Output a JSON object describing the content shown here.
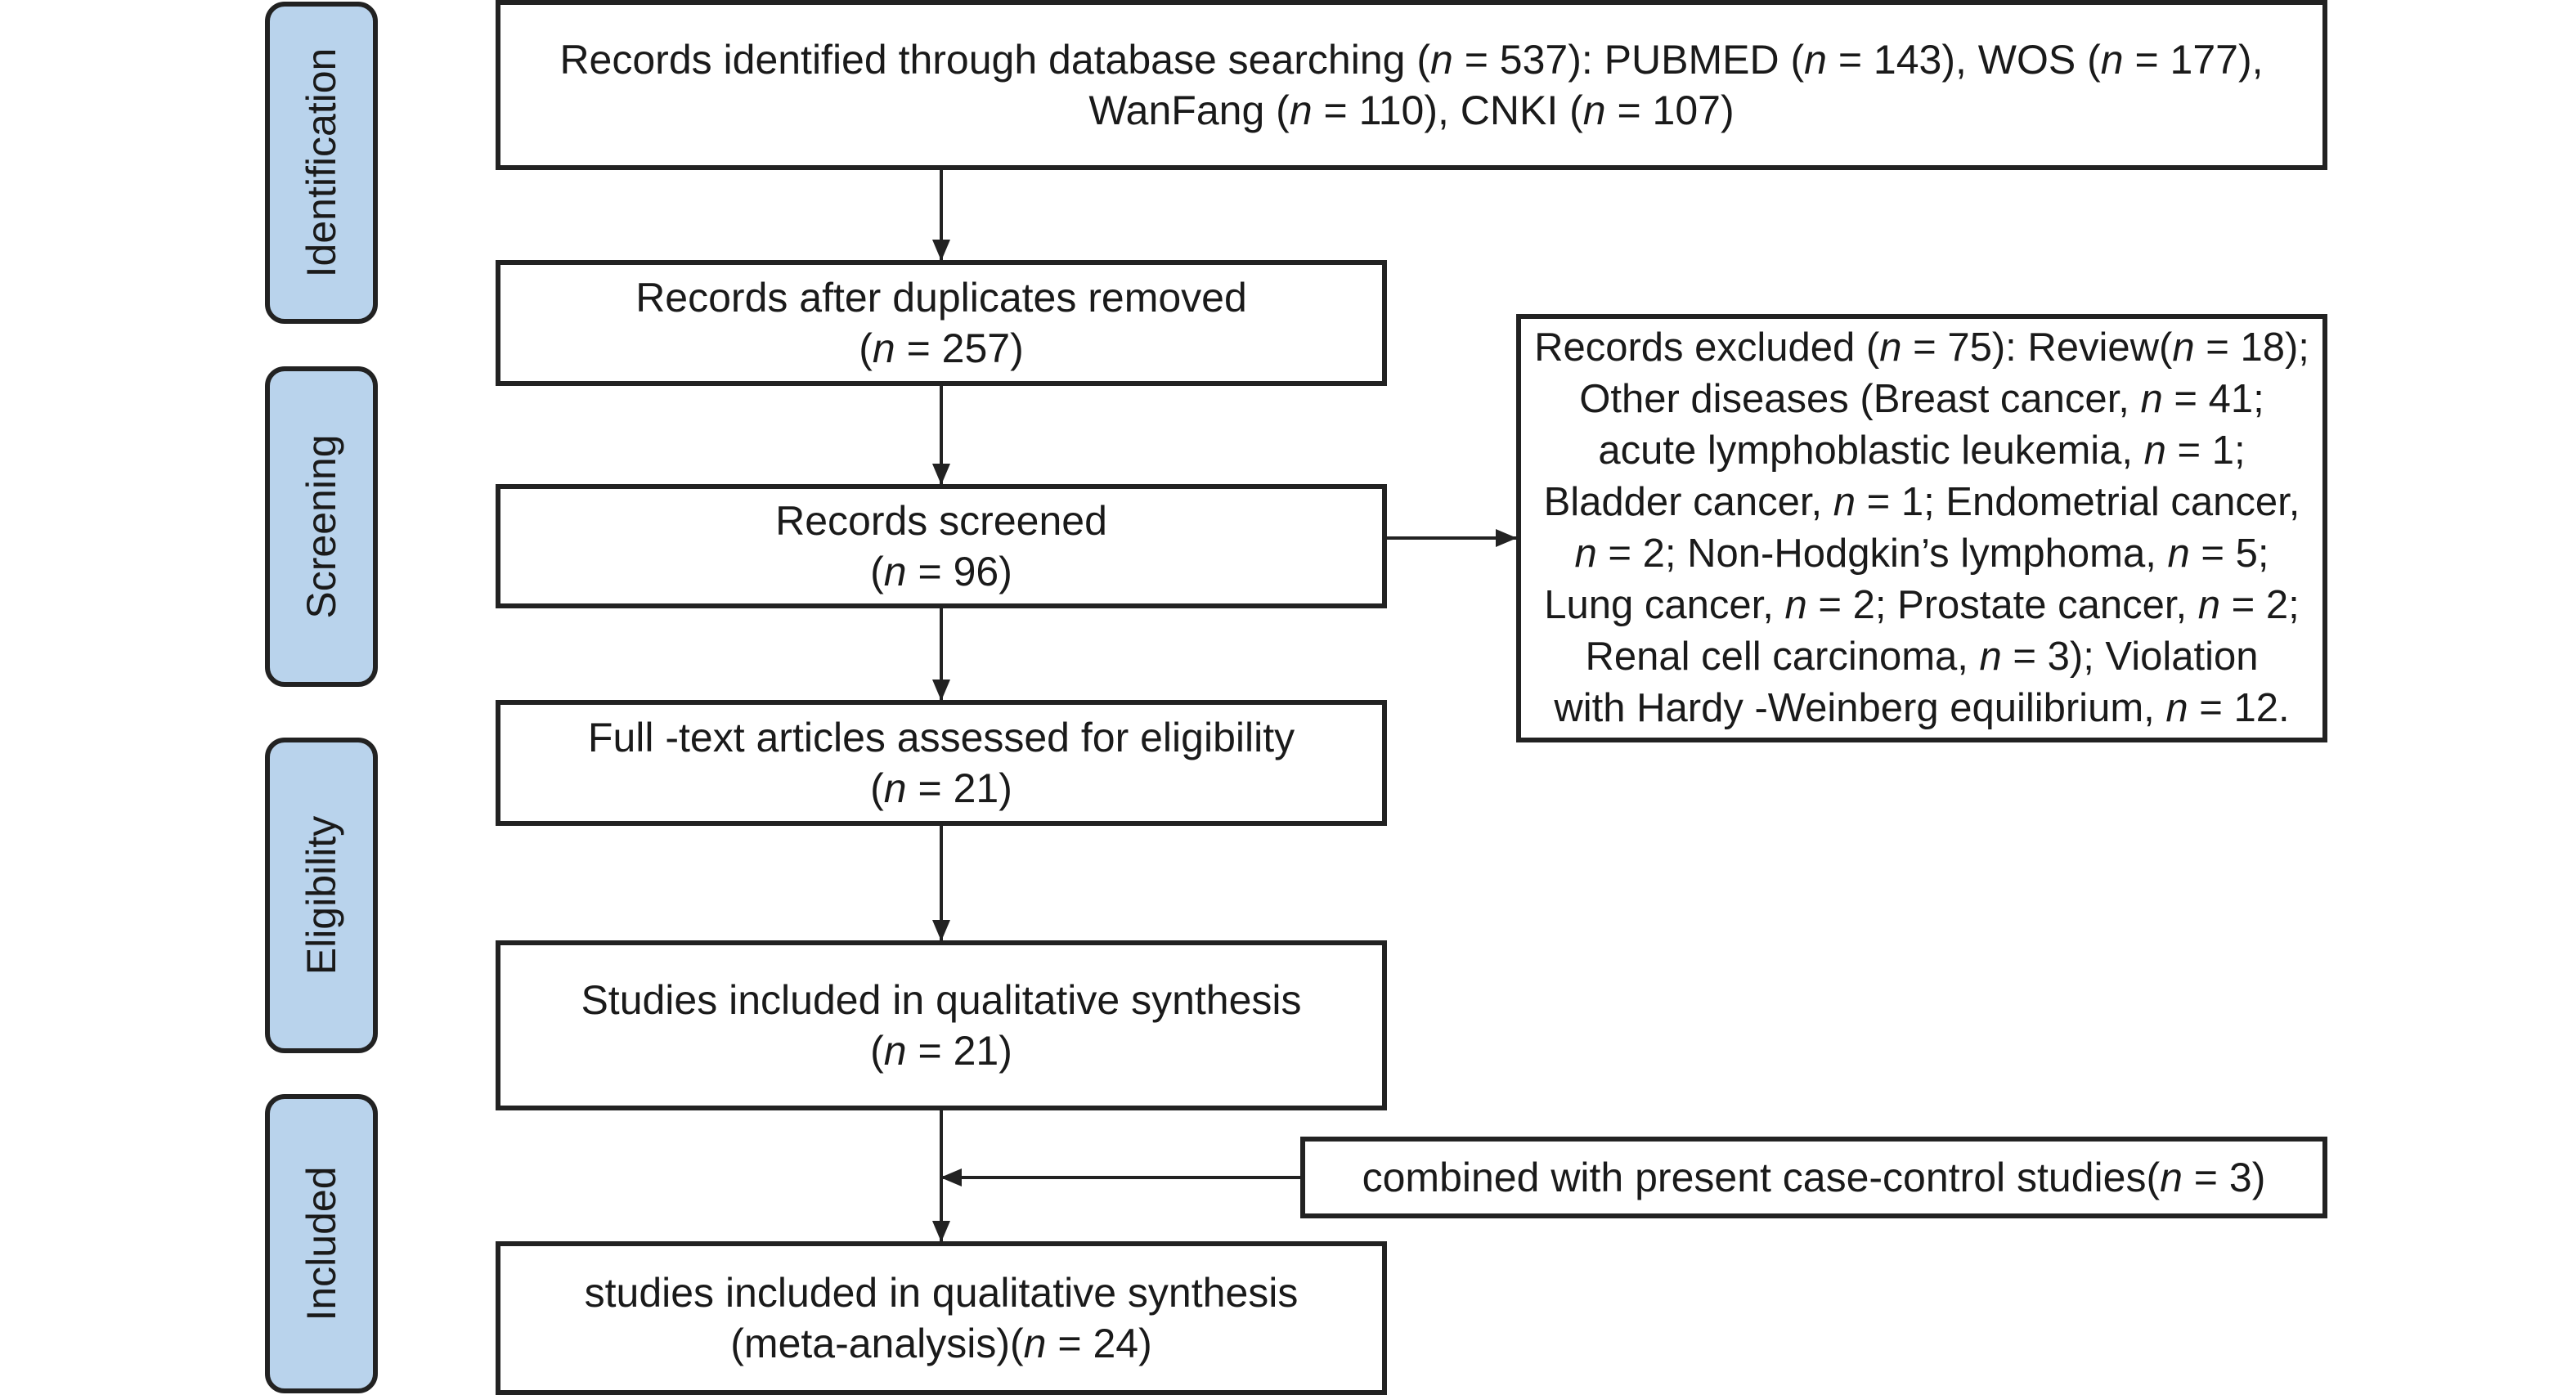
{
  "stages": [
    {
      "id": "identification",
      "label": "Identification"
    },
    {
      "id": "screening",
      "label": "Screening"
    },
    {
      "id": "eligibility",
      "label": "Eligibility"
    },
    {
      "id": "included",
      "label": "Included"
    }
  ],
  "boxes": {
    "identified": {
      "lines": [
        [
          "Records identified through database searching (",
          "n",
          " = 537): PUBMED (",
          "n",
          " = 143),      WOS (",
          "n",
          " = 177),"
        ],
        [
          "WanFang (",
          "n",
          " = 110), CNKI (",
          "n",
          " = 107)"
        ]
      ]
    },
    "duplicates_removed": {
      "lines": [
        [
          "Records after duplicates removed"
        ],
        [
          "(",
          "n",
          " = 257)"
        ]
      ]
    },
    "screened": {
      "lines": [
        [
          "Records screened"
        ],
        [
          "(",
          "n",
          " = 96)"
        ]
      ]
    },
    "excluded": {
      "lines": [
        [
          "Records excluded (",
          "n",
          " = 75): Review(",
          "n",
          " = 18);"
        ],
        [
          "Other diseases (Breast cancer, ",
          "n",
          " = 41;"
        ],
        [
          "acute lymphoblastic leukemia, ",
          "n",
          " = 1;"
        ],
        [
          "Bladder cancer, ",
          "n",
          " = 1; Endometrial cancer,"
        ],
        [
          "",
          "n",
          " = 2; Non-Hodgkin’s lymphoma, ",
          "n",
          " = 5;"
        ],
        [
          "Lung cancer, ",
          "n",
          " = 2; Prostate cancer, ",
          "n",
          " = 2;"
        ],
        [
          "Renal cell carcinoma, ",
          "n",
          " = 3); Violation"
        ],
        [
          "with Hardy -Weinberg equilibrium, ",
          "n",
          " = 12."
        ]
      ]
    },
    "full_text": {
      "lines": [
        [
          "Full -text articles assessed for eligibility"
        ],
        [
          "(",
          "n",
          " = 21)"
        ]
      ]
    },
    "qualitative": {
      "lines": [
        [
          "Studies included in qualitative synthesis"
        ],
        [
          "(",
          "n",
          " = 21)"
        ]
      ]
    },
    "case_control": {
      "lines": [
        [
          "combined with present case-control studies(",
          "n",
          " = 3)"
        ]
      ]
    },
    "meta_analysis": {
      "lines": [
        [
          "studies included in qualitative synthesis"
        ],
        [
          "(meta-analysis)(",
          "n",
          " = 24)"
        ]
      ]
    }
  },
  "colors": {
    "stage_fill": "#b9d3ec",
    "border": "#222222",
    "text": "#1a1a1a"
  }
}
